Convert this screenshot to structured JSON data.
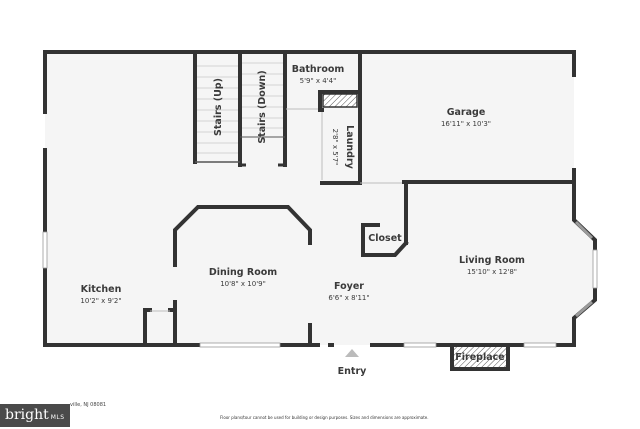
{
  "rooms": {
    "stairs_up": {
      "name": "Stairs (Up)"
    },
    "stairs_down": {
      "name": "Stairs (Down)"
    },
    "bathroom": {
      "name": "Bathroom",
      "dims": "5'9\" x 4'4\""
    },
    "laundry": {
      "name": "Laundry",
      "dims": "2'8\" x 5'7\""
    },
    "garage": {
      "name": "Garage",
      "dims": "16'11\" x 10'3\""
    },
    "closet": {
      "name": "Closet"
    },
    "living_room": {
      "name": "Living Room",
      "dims": "15'10\" x 12'8\""
    },
    "kitchen": {
      "name": "Kitchen",
      "dims": "10'2\" x 9'2\""
    },
    "dining_room": {
      "name": "Dining Room",
      "dims": "10'8\" x 10'9\""
    },
    "foyer": {
      "name": "Foyer",
      "dims": "6'6\" x 8'11\""
    },
    "fireplace": {
      "name": "Fireplace"
    }
  },
  "entry": {
    "label": "Entry"
  },
  "footer": {
    "logo_main": "bright",
    "logo_sub": "MLS",
    "address_fragment": "ville, NJ 08081",
    "disclaimer": "Floor plans/tour cannot be used for building or design purposes. Sizes and dimensions are approximate."
  },
  "colors": {
    "wall": "#333333",
    "floor": "#f5f5f5",
    "text": "#3a3a3a",
    "logo_bg": "#4a4a4a"
  }
}
